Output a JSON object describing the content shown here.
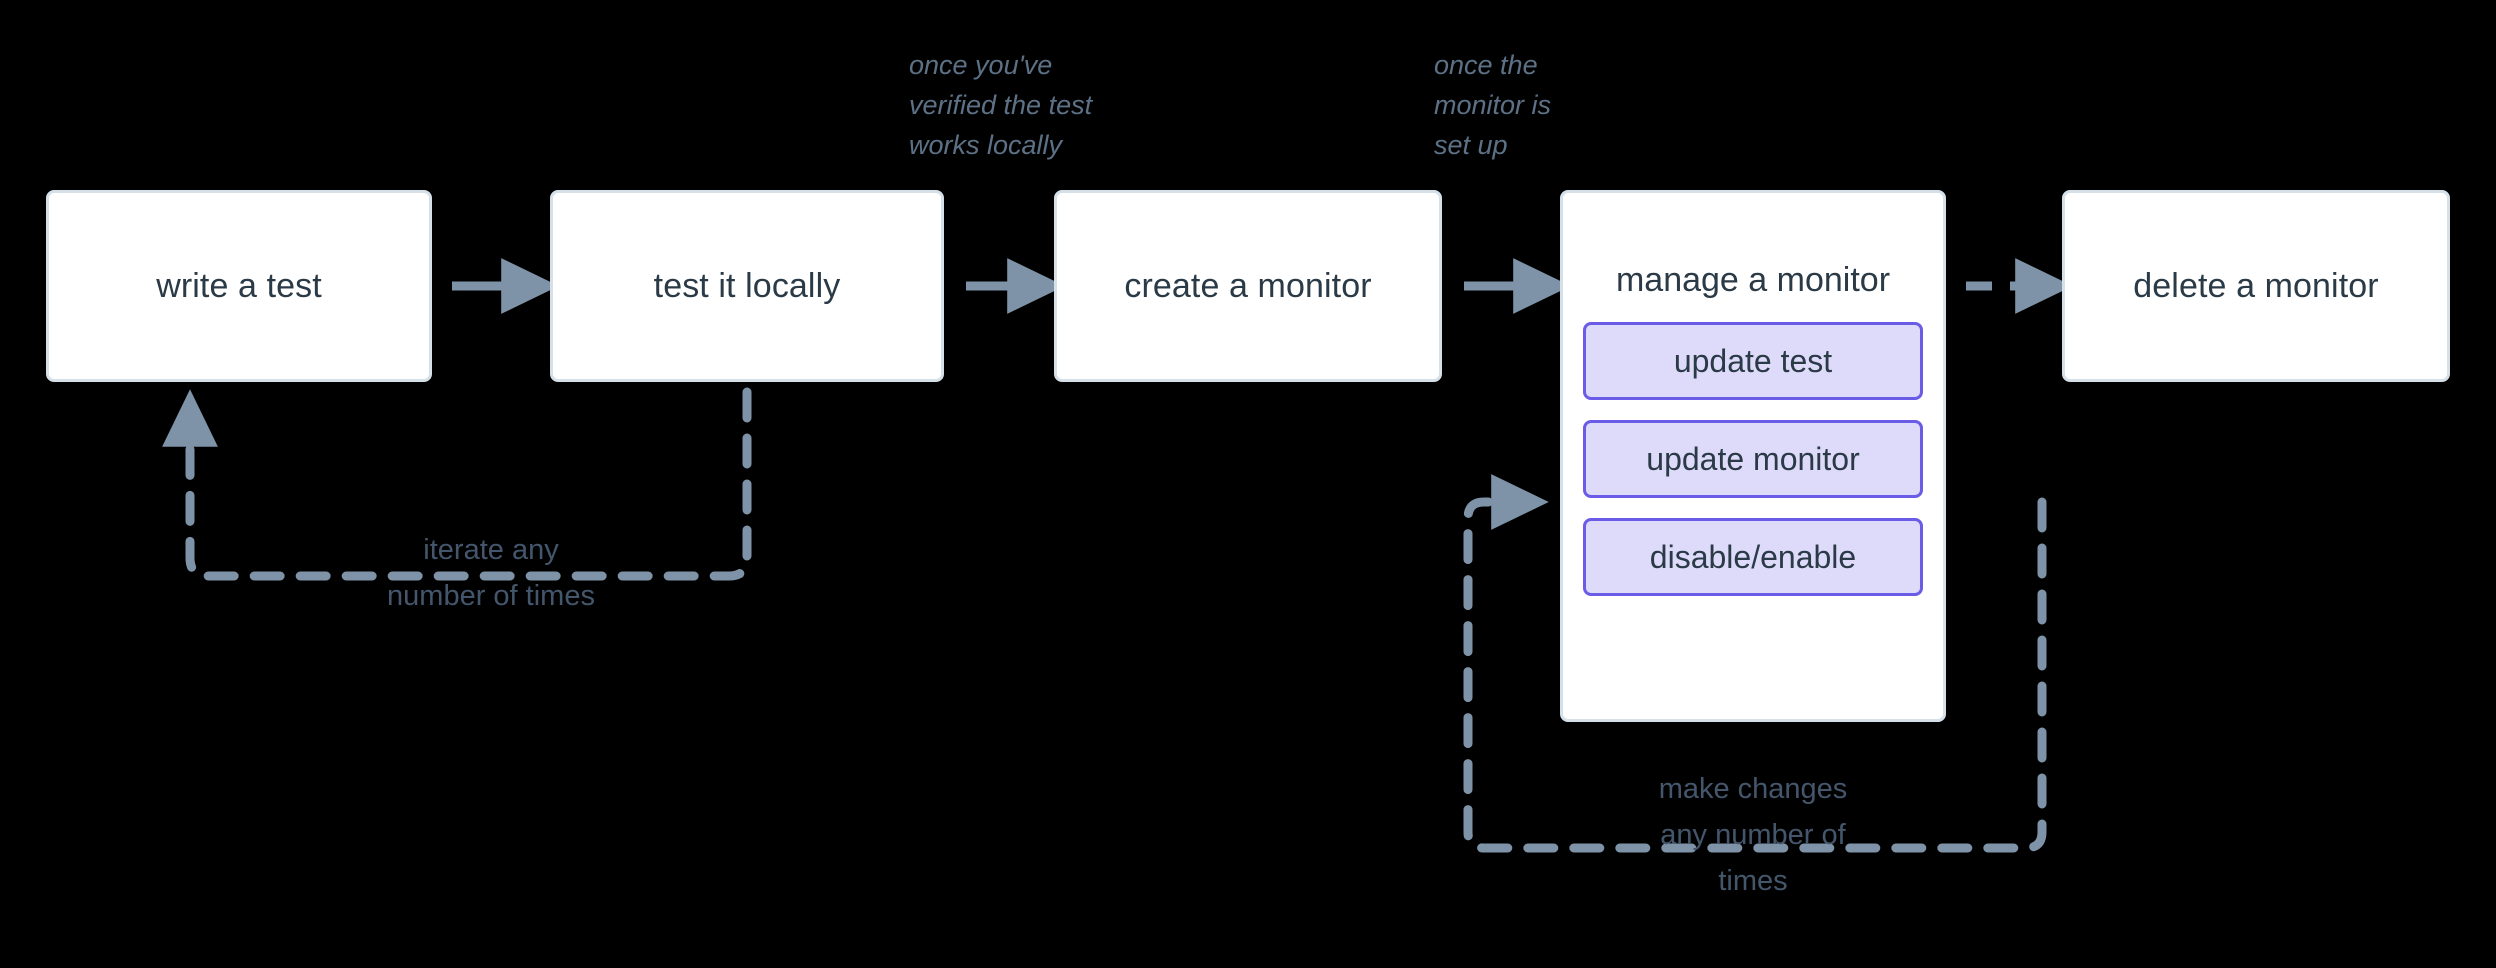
{
  "diagram": {
    "title": "monitor lifecycle flow",
    "background_color": "#000000",
    "colors": {
      "node_fill": "#ffffff",
      "node_border": "#d6e0e9",
      "node_text": "#2b3a47",
      "sub_node_fill": "#dedbfa",
      "sub_node_border": "#6b5ce7",
      "connector": "#7f93a8",
      "note_text": "#5d7186",
      "edge_label_text": "#44566b"
    },
    "nodes": [
      {
        "id": "write-a-test",
        "label": "write a test"
      },
      {
        "id": "test-it-locally",
        "label": "test it locally"
      },
      {
        "id": "create-a-monitor",
        "label": "create a monitor"
      },
      {
        "id": "manage-a-monitor",
        "label": "manage a monitor"
      },
      {
        "id": "delete-a-monitor",
        "label": "delete a monitor"
      }
    ],
    "sub_nodes": [
      {
        "id": "update-test",
        "label": "update test"
      },
      {
        "id": "update-monitor",
        "label": "update monitor"
      },
      {
        "id": "disable-enable",
        "label": "disable/enable"
      }
    ],
    "notes": [
      {
        "id": "note-verified",
        "text": "once you've\nverified the test\nworks locally"
      },
      {
        "id": "note-set-up",
        "text": "once the\nmonitor is\nset up"
      }
    ],
    "edge_labels": [
      {
        "id": "iterate-loop-label",
        "text": "iterate any\nnumber of times"
      },
      {
        "id": "make-changes-loop-label",
        "text": "make changes\nany number of\ntimes"
      }
    ],
    "edges": [
      {
        "id": "edge-write-to-test",
        "from": "write-a-test",
        "to": "test-it-locally",
        "style": "solid"
      },
      {
        "id": "edge-test-to-create",
        "from": "test-it-locally",
        "to": "create-a-monitor",
        "style": "solid"
      },
      {
        "id": "edge-create-to-manage",
        "from": "create-a-monitor",
        "to": "manage-a-monitor",
        "style": "solid"
      },
      {
        "id": "edge-manage-to-delete",
        "from": "manage-a-monitor",
        "to": "delete-a-monitor",
        "style": "dashed"
      },
      {
        "id": "edge-iterate-loop",
        "from": "test-it-locally",
        "to": "write-a-test",
        "style": "dashed"
      },
      {
        "id": "edge-make-changes-loop",
        "from": "manage-a-monitor",
        "to": "manage-a-monitor",
        "style": "dashed"
      }
    ]
  }
}
